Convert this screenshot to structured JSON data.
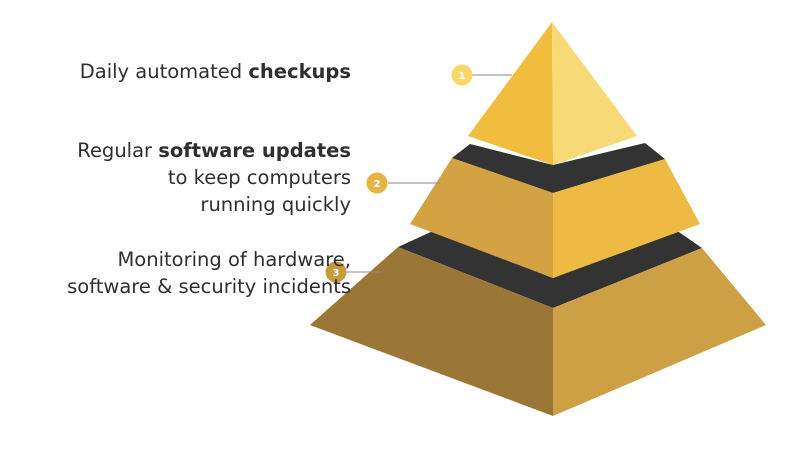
{
  "tiers": [
    {
      "number": "1",
      "text_before": "Daily automated ",
      "text_bold": "checkups",
      "text_after": ""
    },
    {
      "number": "2",
      "text_before": "Regular ",
      "text_bold": "software updates",
      "text_after_line2": "to keep computers",
      "text_after_line3": "running quickly"
    },
    {
      "number": "3",
      "text_line1": "Monitoring of hardware,",
      "text_line2": "software & security incidents"
    }
  ],
  "colors": {
    "top_left": "#f0bd3e",
    "top_right": "#f8d978",
    "mid_left": "#d2a243",
    "mid_right": "#edbb43",
    "bottom_left": "#9a7736",
    "bottom_right": "#cda045",
    "dark_band": "#333333",
    "badge_1": "#f7d86a",
    "badge_2": "#e5b443",
    "badge_3": "#c79a3e",
    "connector": "#8a8a8a",
    "text": "#2f2f2f"
  }
}
